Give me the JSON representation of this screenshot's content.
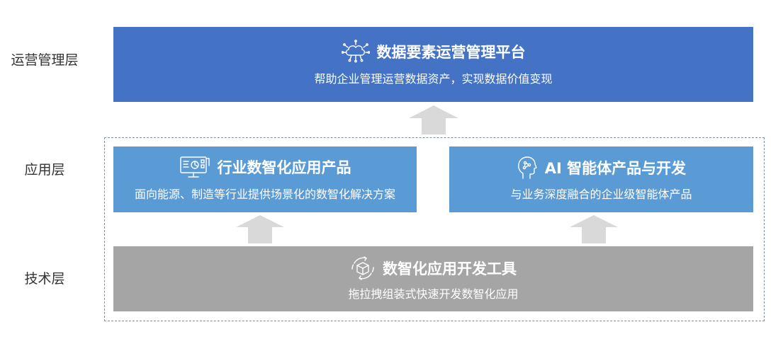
{
  "layers": {
    "operations": "运营管理层",
    "application": "应用层",
    "technology": "技术层"
  },
  "platform": {
    "title": "数据要素运营管理平台",
    "subtitle": "帮助企业管理运营数据资产，实现数据价值变现",
    "icon": "cloud-network-icon",
    "color": "#4472c4"
  },
  "industry_product": {
    "title": "行业数智化应用产品",
    "subtitle": "面向能源、制造等行业提供场景化的数智化解决方案",
    "icon": "monitor-dashboard-icon",
    "color": "#5b9bd5"
  },
  "ai_product": {
    "title": "AI 智能体产品与开发",
    "subtitle": "与业务深度融合的企业级智能体产品",
    "icon": "ai-head-icon",
    "color": "#5b9bd5"
  },
  "dev_tools": {
    "title": "数智化应用开发工具",
    "subtitle": "拖拉拽组装式快速开发数智化应用",
    "icon": "cube-cycle-icon",
    "color": "#a5a5a5"
  },
  "arrow_color": "#d9d9d9"
}
